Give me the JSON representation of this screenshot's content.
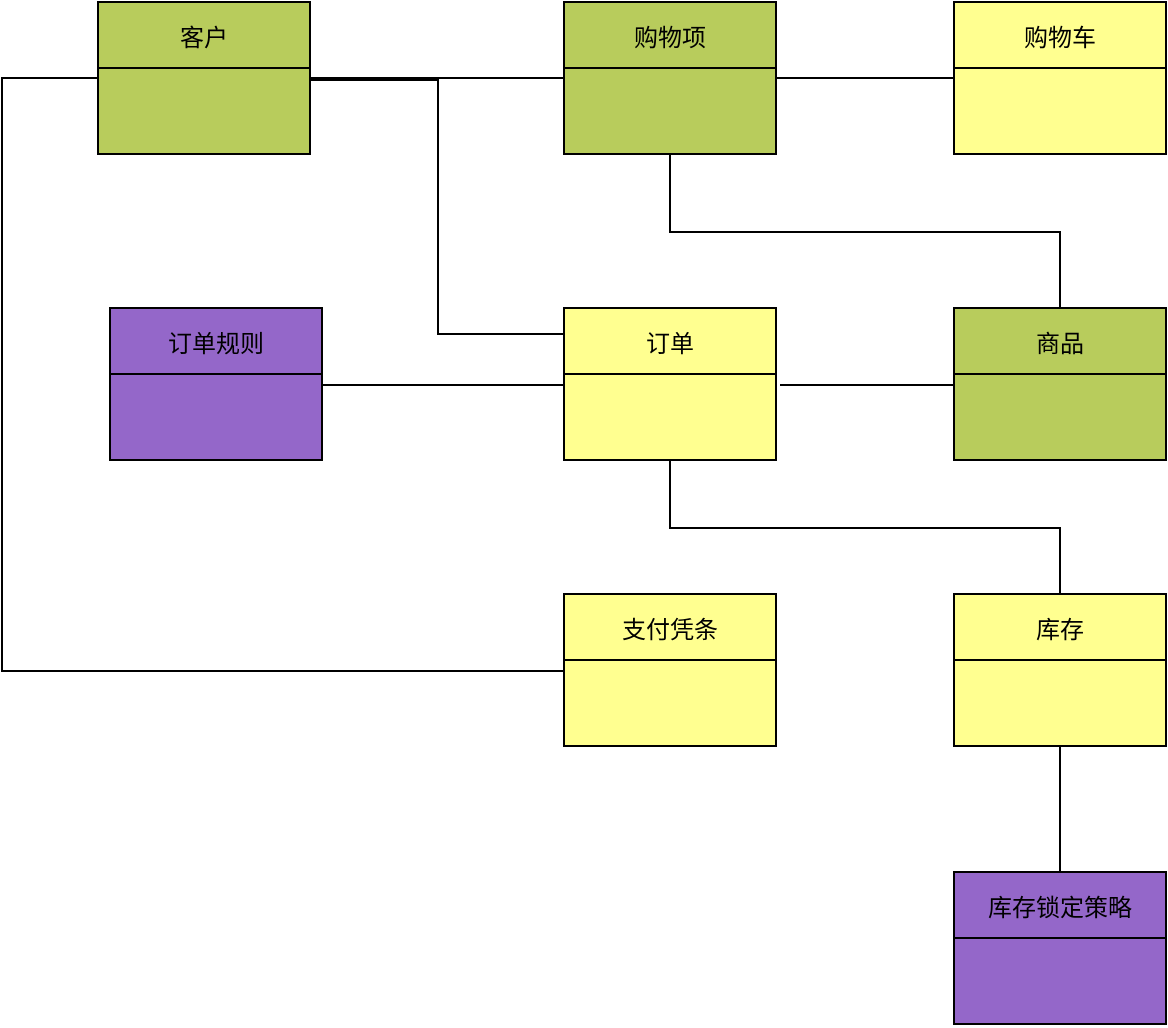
{
  "diagram": {
    "entities": {
      "customer": {
        "label": "客户",
        "color": "#b8cc5c"
      },
      "cart_item": {
        "label": "购物项",
        "color": "#b8cc5c"
      },
      "cart": {
        "label": "购物车",
        "color": "#ffff90"
      },
      "order_rule": {
        "label": "订单规则",
        "color": "#9467c9"
      },
      "order": {
        "label": "订单",
        "color": "#ffff90"
      },
      "product": {
        "label": "商品",
        "color": "#b8cc5c"
      },
      "payment": {
        "label": "支付凭条",
        "color": "#ffff90"
      },
      "inventory": {
        "label": "库存",
        "color": "#ffff90"
      },
      "lock_policy": {
        "label": "库存锁定策略",
        "color": "#9467c9"
      }
    },
    "connections": [
      {
        "from": "customer",
        "to": "cart_item"
      },
      {
        "from": "cart_item",
        "to": "cart"
      },
      {
        "from": "cart_item",
        "to": "product"
      },
      {
        "from": "customer",
        "to": "order"
      },
      {
        "from": "order_rule",
        "to": "order"
      },
      {
        "from": "order",
        "to": "product"
      },
      {
        "from": "order",
        "to": "inventory"
      },
      {
        "from": "customer",
        "to": "payment"
      },
      {
        "from": "inventory",
        "to": "lock_policy"
      }
    ]
  }
}
